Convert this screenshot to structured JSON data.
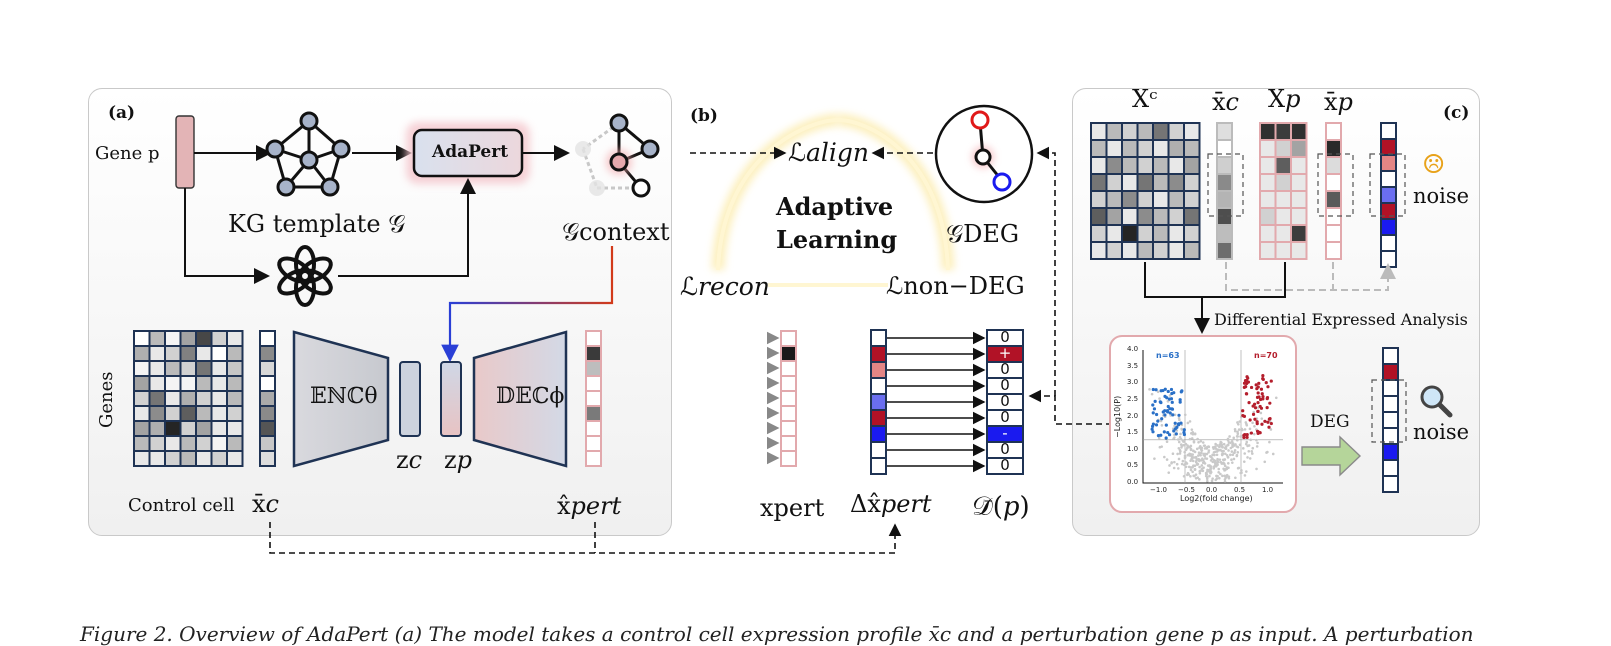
{
  "panel_a": {
    "letter": "(a)",
    "gene_label": "Gene p",
    "kg_template": "KG template  𝒢",
    "adapert_label": "AdaPert",
    "g_context": "𝒢context",
    "genes_axis": "Genes",
    "control_cell": "Control cell",
    "xbar_c": "x̄𝑐",
    "enc_label": "𝔼ℕℂθ",
    "dec_label": "𝔻𝔼ℂϕ",
    "z_c": "z𝑐",
    "z_p": "z𝑝",
    "xhat_pert": "x̂𝑝𝑒𝑟𝑡"
  },
  "panel_b": {
    "letter": "(b)",
    "l_align": "ℒ𝑎𝑙𝑖𝑔𝑛",
    "adaptive_learning_line1": "Adaptive",
    "adaptive_learning_line2": "Learning",
    "l_recon": "ℒ𝑟𝑒𝑐𝑜𝑛",
    "l_non_deg": "ℒnon−DEG",
    "g_deg": "𝒢DEG",
    "x_pert": "xpert",
    "delta_xhat_pert": "Δx̂𝑝𝑒𝑟𝑡",
    "d_bar_p": "𝒟̄(𝑝)",
    "d_values": [
      "0",
      "+",
      "0",
      "0",
      "0",
      "0",
      "-",
      "0",
      "0"
    ]
  },
  "panel_c": {
    "letter": "(c)",
    "X_c": "Xᶜ",
    "xbar_c": "x̄𝑐",
    "X_p": "X𝑝",
    "xbar_p": "x̄𝑝",
    "noise_top": "noise",
    "noise_bottom": "noise",
    "dea_label": "Differential Expressed Analysis",
    "deg_label": "DEG",
    "sad_emoji": "☹",
    "magnifier_icon": "magnifier-icon",
    "volcano": {
      "n_left": "n=63",
      "n_right": "n=70",
      "y_label": "−Log10(P)",
      "x_label": "Log2(fold change)",
      "y_ticks": [
        "4.0",
        "3.5",
        "3.0",
        "2.5",
        "2.0",
        "1.5",
        "1.0",
        "0.5",
        "0.0"
      ],
      "x_ticks": [
        "−1.0",
        "−0.5",
        "0.0",
        "0.5",
        "1.0"
      ]
    }
  },
  "caption": "Figure 2. Overview of AdaPert (a) The model takes a control cell expression profile x̄𝑐 and a perturbation gene 𝑝 as input. A perturbation",
  "colors": {
    "navy": "#1f3354",
    "dark_red": "#b11226",
    "pink": "#e2b3b5",
    "blue": "#1a1aef"
  }
}
